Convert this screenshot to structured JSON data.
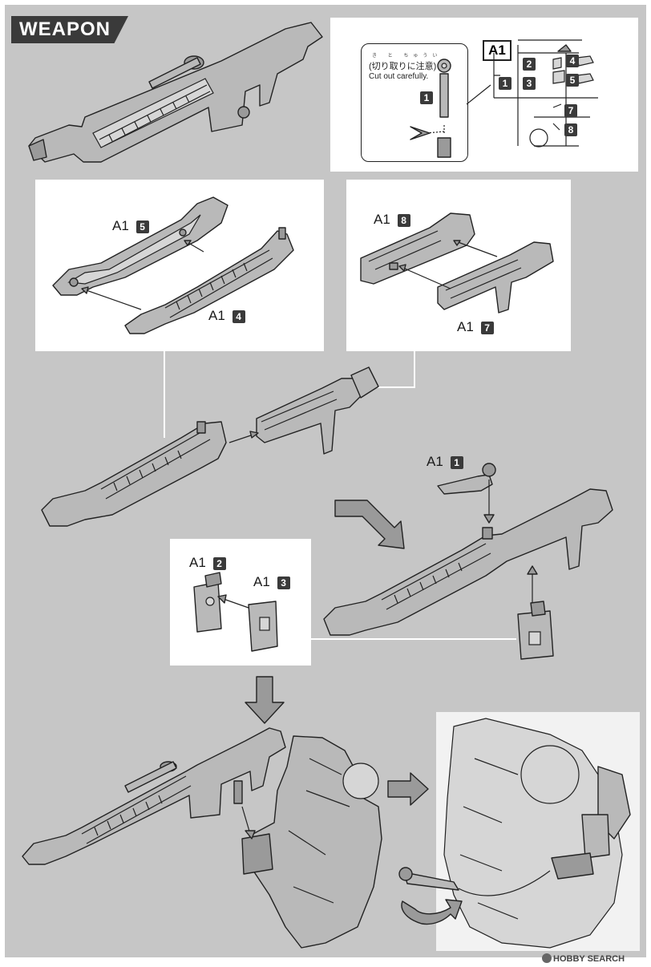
{
  "section": {
    "title": "WEAPON"
  },
  "runner": {
    "tag": "A1",
    "numbers": [
      "1",
      "2",
      "3",
      "4",
      "5",
      "7",
      "8"
    ]
  },
  "callout": {
    "note_ruby": "き と ちゅうい",
    "note_jp": "(切り取りに注意)",
    "note_en": "Cut out carefully.",
    "part_number": "1"
  },
  "steps": {
    "step1": {
      "labels": [
        {
          "tag": "A1",
          "num": "5"
        },
        {
          "tag": "A1",
          "num": "4"
        }
      ]
    },
    "step2": {
      "labels": [
        {
          "tag": "A1",
          "num": "8"
        },
        {
          "tag": "A1",
          "num": "7"
        }
      ]
    },
    "step3": {
      "labels": [
        {
          "tag": "A1",
          "num": "1"
        }
      ]
    },
    "step4": {
      "labels": [
        {
          "tag": "A1",
          "num": "2"
        },
        {
          "tag": "A1",
          "num": "3"
        }
      ]
    }
  },
  "watermark": {
    "text": "HOBBY SEARCH"
  },
  "icons": {
    "direction_arrow": "thick-arrow-icon",
    "cut_tool": "nipper-icon"
  }
}
